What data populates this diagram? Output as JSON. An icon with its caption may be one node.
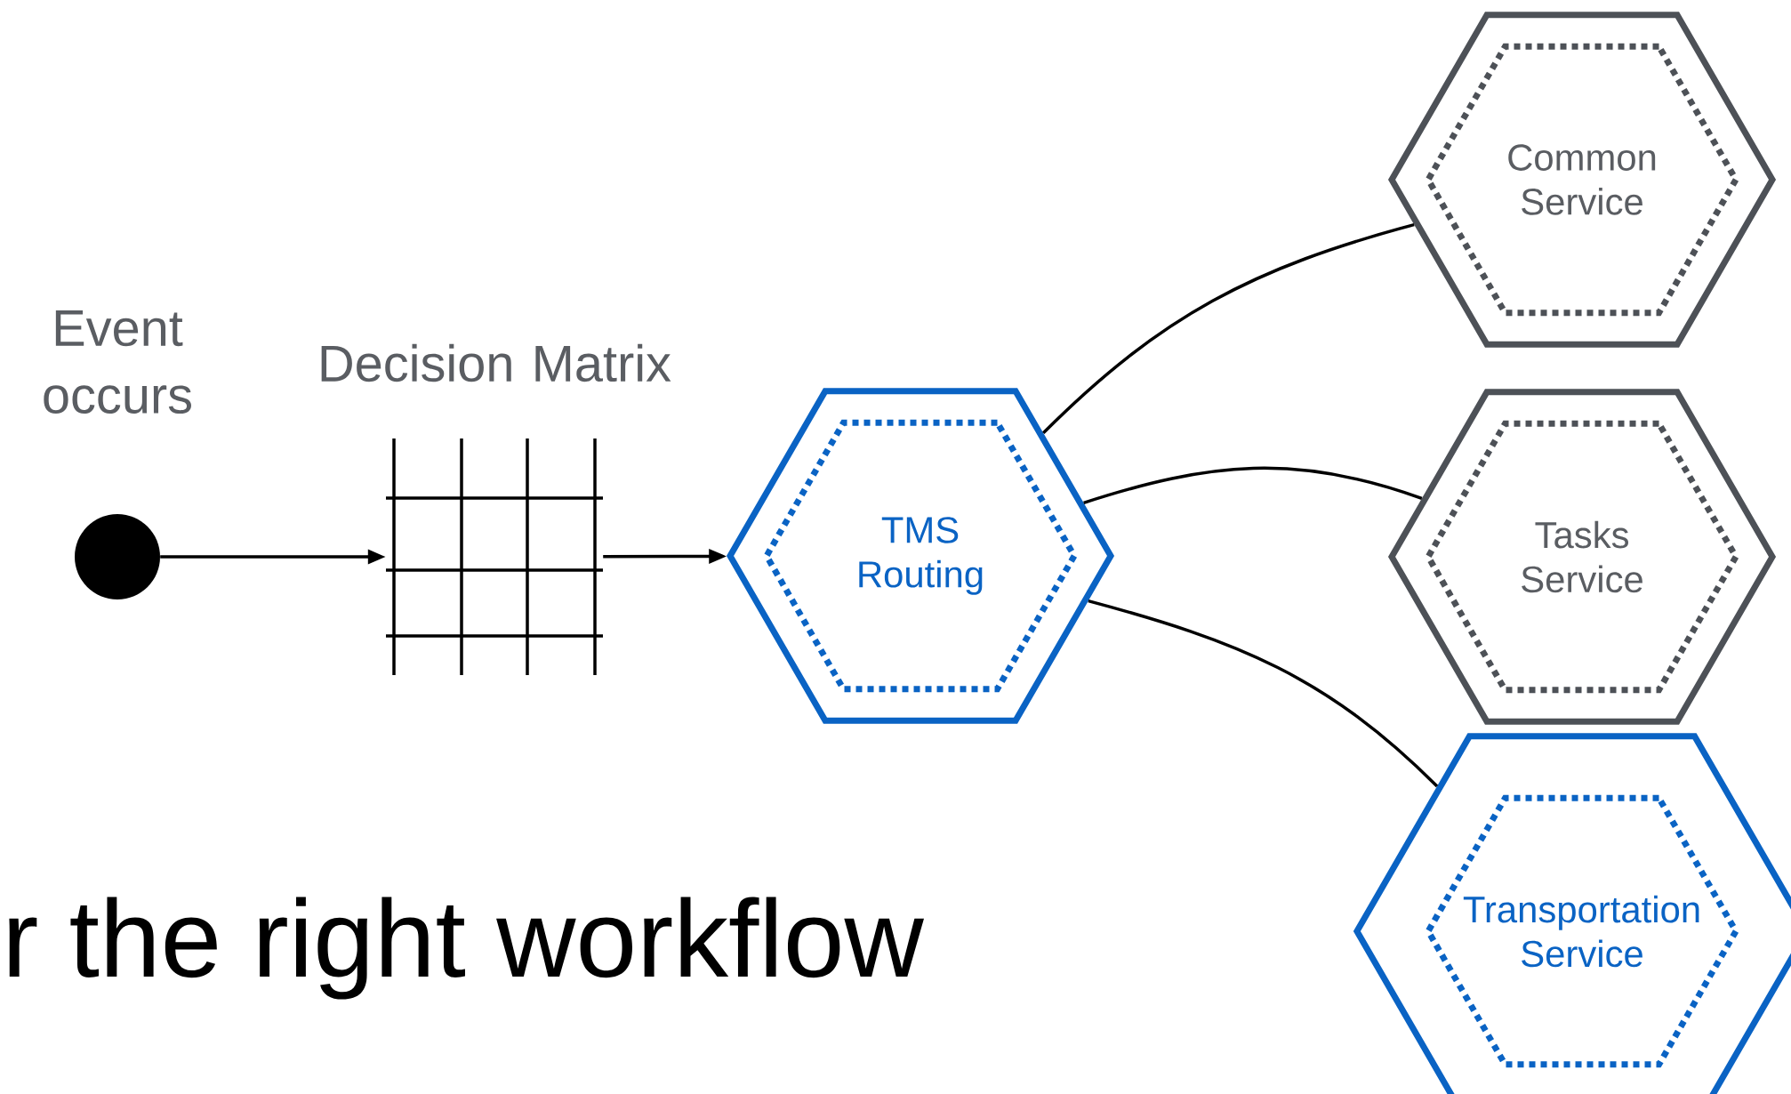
{
  "diagram": {
    "nodes": [
      {
        "text": [],
        "shape": "circle",
        "beside": [
          "Event occurs"
        ]
      },
      {
        "text": [],
        "shape": "grid",
        "beside": [
          "Decision Matrix"
        ]
      },
      {
        "text": [
          "TMS Routing"
        ]
      },
      {
        "text": [
          "Common Service"
        ]
      },
      {
        "text": [
          "Tasks Service"
        ]
      },
      {
        "text": [
          "Transportation Service"
        ]
      }
    ],
    "edges": [
      {
        "from": 0,
        "to": 1,
        "arrow": "to"
      },
      {
        "from": 1,
        "to": 2,
        "arrow": "to"
      },
      {
        "from": 2,
        "to": 3,
        "arrow": "none"
      },
      {
        "from": 2,
        "to": 4,
        "arrow": "none"
      },
      {
        "from": 2,
        "to": 5,
        "arrow": "none"
      }
    ],
    "labels": [
      "r the right workflow"
    ]
  }
}
